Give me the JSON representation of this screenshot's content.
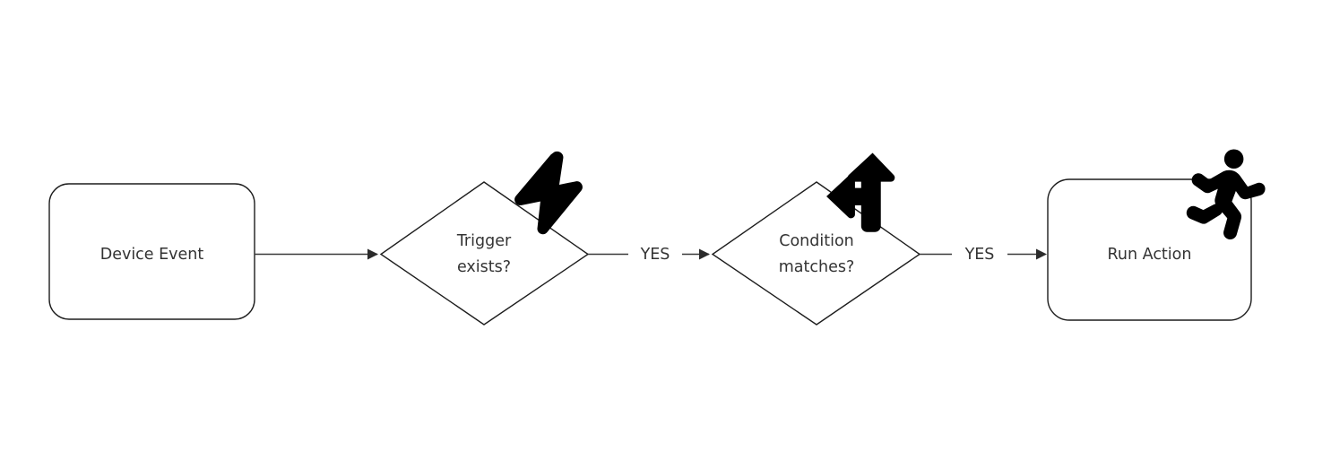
{
  "diagram": {
    "type": "flowchart",
    "orientation": "left-to-right",
    "background_color": "#ffffff",
    "stroke_color": "#1d1d1d",
    "text_color": "#333333",
    "icon_color": "#000000",
    "nodes": [
      {
        "id": "device-event",
        "shape": "rounded-rectangle",
        "label": "Device Event",
        "icon": null
      },
      {
        "id": "trigger-exists",
        "shape": "diamond",
        "label_line1": "Trigger",
        "label_line2": "exists?",
        "icon": "lightning-bolt-icon"
      },
      {
        "id": "condition-matches",
        "shape": "diamond",
        "label_line1": "Condition",
        "label_line2": "matches?",
        "icon": "fork-arrow-icon"
      },
      {
        "id": "run-action",
        "shape": "rounded-rectangle",
        "label": "Run Action",
        "icon": "running-person-icon"
      }
    ],
    "edges": [
      {
        "id": "edge-event-to-trigger",
        "from": "device-event",
        "to": "trigger-exists",
        "label": ""
      },
      {
        "id": "edge-trigger-to-condition",
        "from": "trigger-exists",
        "to": "condition-matches",
        "label": "YES"
      },
      {
        "id": "edge-condition-to-action",
        "from": "condition-matches",
        "to": "run-action",
        "label": "YES"
      }
    ]
  }
}
